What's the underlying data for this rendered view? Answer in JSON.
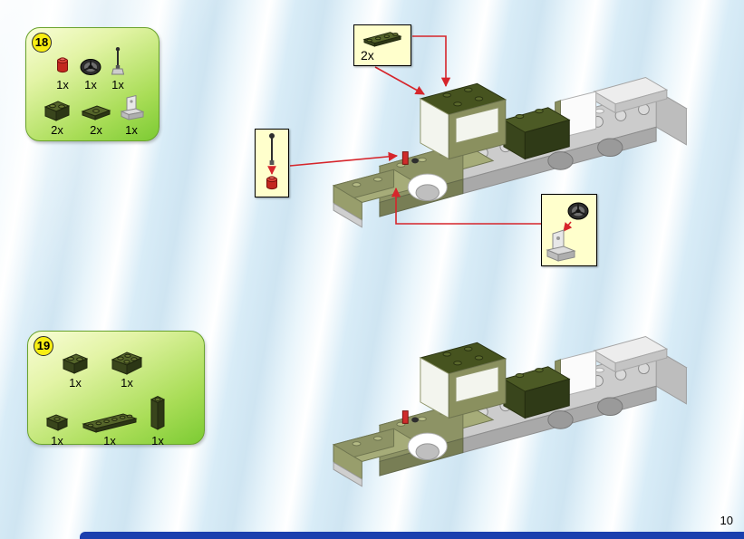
{
  "page": {
    "number": "10"
  },
  "colors": {
    "accent_red": "#d6252b",
    "callout_bg": "#ffffcc",
    "step_panel_green": "#7ccb33",
    "brick_dark_green": "#39451c",
    "page_bar_navy": "#1a3fae"
  },
  "steps": [
    {
      "number": "18",
      "row1": [
        {
          "part": "red-cylinder",
          "qty": "1x"
        },
        {
          "part": "steering-wheel",
          "qty": "1x"
        },
        {
          "part": "antenna",
          "qty": "1x"
        }
      ],
      "row2": [
        {
          "part": "dark-green-brick-1x2",
          "qty": "2x"
        },
        {
          "part": "dark-green-plate-1x2",
          "qty": "2x"
        },
        {
          "part": "gray-steering-stand",
          "qty": "1x"
        }
      ]
    },
    {
      "number": "19",
      "row1": [
        {
          "part": "dark-green-brick-1x2",
          "qty": "1x"
        },
        {
          "part": "dark-green-brick-2x3",
          "qty": "1x"
        }
      ],
      "row2": [
        {
          "part": "dark-green-corner-brick",
          "qty": "1x"
        },
        {
          "part": "dark-green-plate-1x6",
          "qty": "1x"
        },
        {
          "part": "dark-green-brick-1x1x3",
          "qty": "1x"
        }
      ]
    }
  ],
  "callouts": {
    "roof_plates": {
      "part": "dark-green-plate-1x4",
      "qty": "2x"
    },
    "antenna_assembly": {
      "part": "antenna-with-red-cylinder"
    },
    "steering_assembly": {
      "part": "steering-wheel-on-stand"
    }
  }
}
